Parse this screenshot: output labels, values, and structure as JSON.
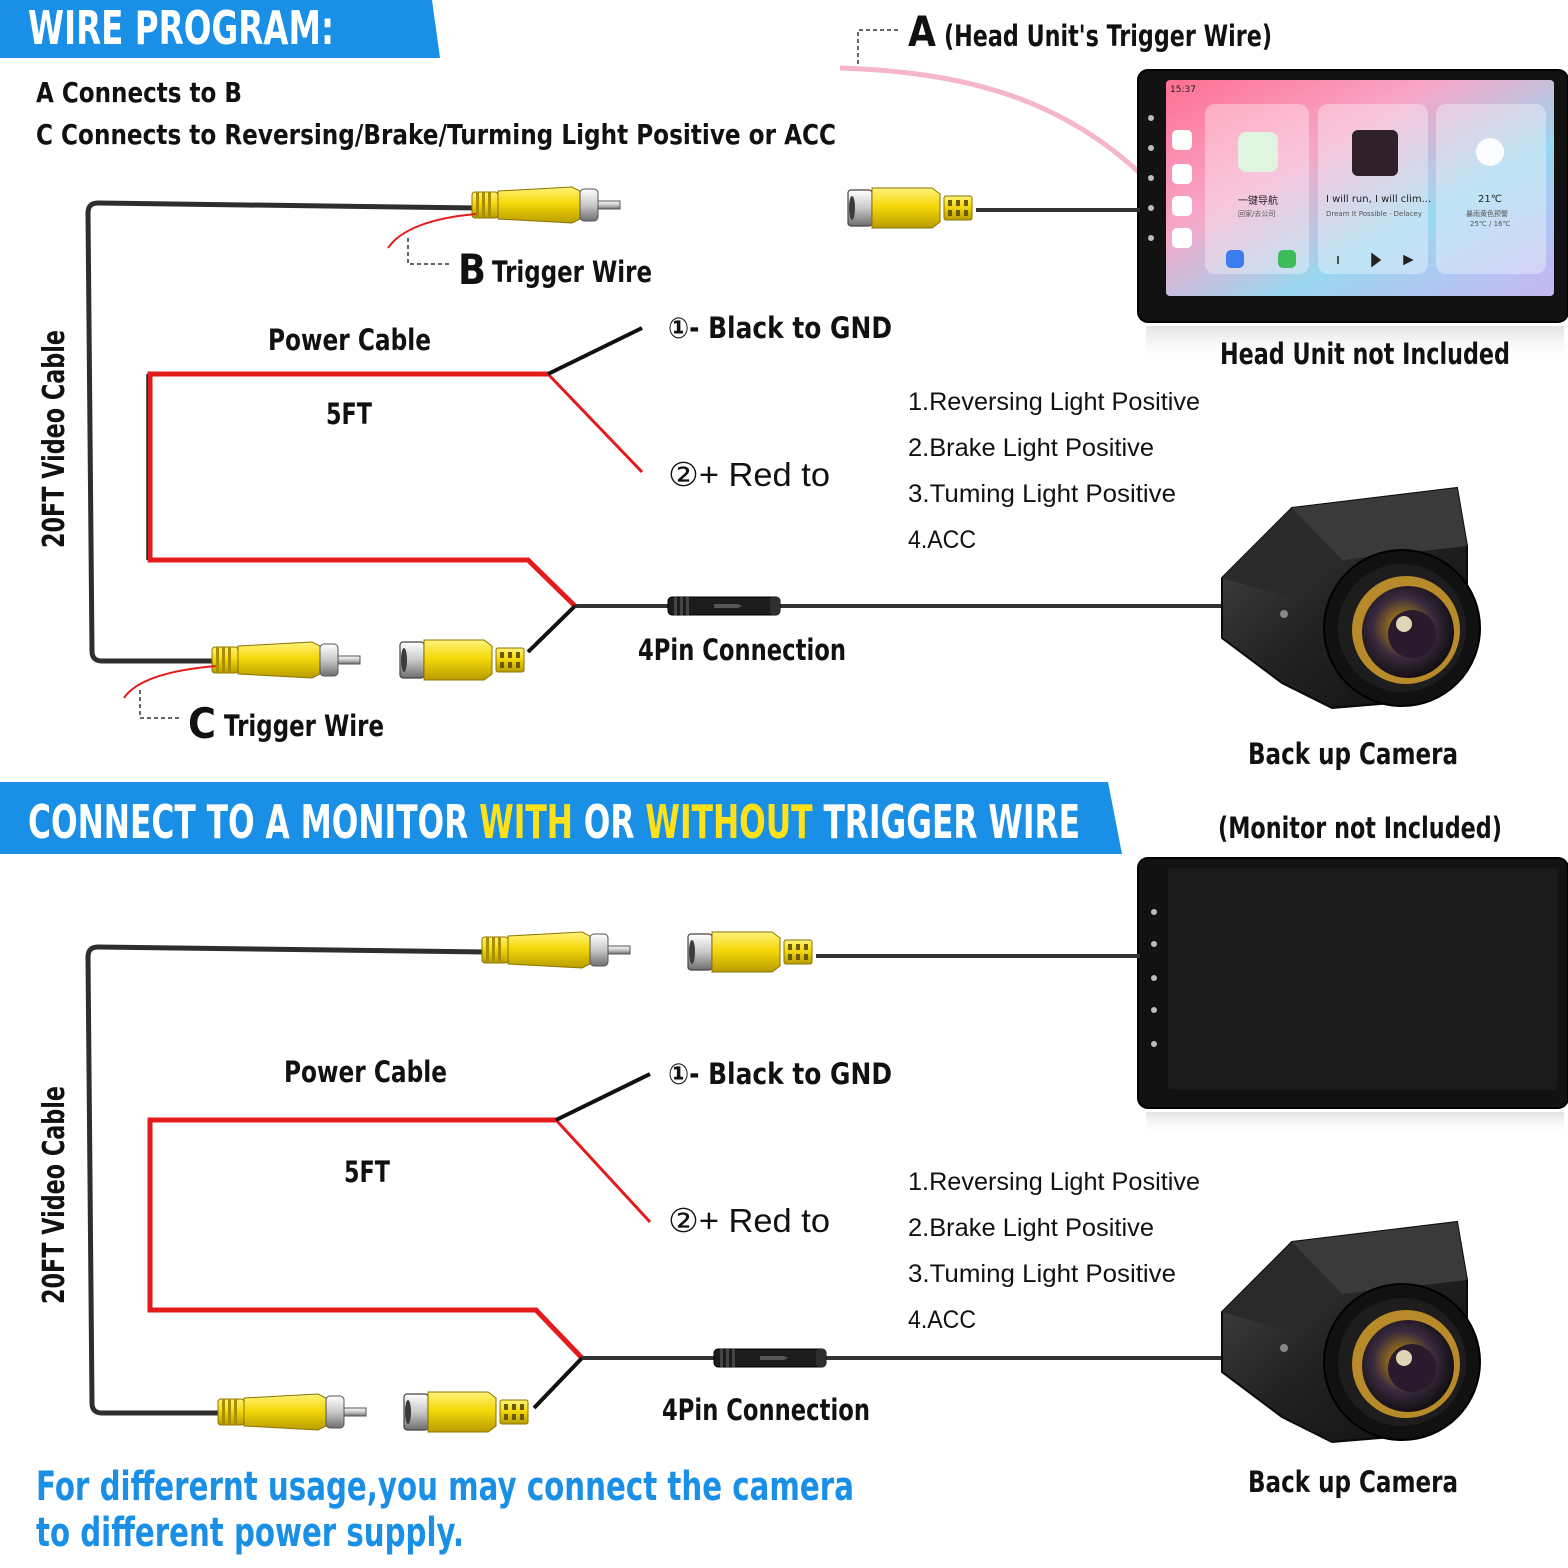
{
  "colors": {
    "banner": "#1a8fe6",
    "highlight": "#ffe11a",
    "blue_text": "#1a8fe6",
    "wire_red": "#e31b1b",
    "wire_black": "#222222",
    "rca_yellow": "#f5d90a"
  },
  "top": {
    "banner": "WIRE PROGRAM:",
    "note_1": "A Connects to B",
    "note_2": "C Connects to Reversing/Brake/Turming Light Positive or ACC",
    "a_letter": "A",
    "a_label": "(Head Unit's Trigger Wire)",
    "b_letter": "B",
    "b_label": "Trigger Wire",
    "c_letter": "C",
    "c_label": "Trigger Wire",
    "video_cable": "20FT Video Cable",
    "power_cable": "Power Cable",
    "length": "5FT",
    "black_label": "①- Black to GND",
    "red_label": "②+ Red to",
    "options": [
      "1.Reversing Light Positive",
      "2.Brake Light Positive",
      "3.Tuming Light Positive",
      "4.ACC"
    ],
    "pin_label": "4Pin Connection",
    "head_unit_note": "Head Unit not Included",
    "camera_label": "Back up Camera"
  },
  "head_unit_screen": {
    "time": "15:37",
    "widget_nav": "一键导航",
    "widget_nav_sub": "回家/去公司",
    "song": "I will run, I will clim...",
    "song_sub": "Dream It Possible · Delacey",
    "temp": "21℃",
    "weather_sub": "暴雨黄色预警",
    "temp_range": "25℃ / 16℃"
  },
  "bottom": {
    "banner_parts": [
      {
        "text": "CONNECT TO A MONITOR ",
        "highlight": false
      },
      {
        "text": "WITH",
        "highlight": true
      },
      {
        "text": " OR ",
        "highlight": false
      },
      {
        "text": "WITHOUT",
        "highlight": true
      },
      {
        "text": " TRIGGER WIRE",
        "highlight": false
      }
    ],
    "monitor_note": "(Monitor not Included)",
    "video_cable": "20FT Video Cable",
    "power_cable": "Power Cable",
    "length": "5FT",
    "black_label": "①- Black to GND",
    "red_label": "②+ Red to",
    "options": [
      "1.Reversing Light Positive",
      "2.Brake Light Positive",
      "3.Tuming Light Positive",
      "4.ACC"
    ],
    "pin_label": "4Pin Connection",
    "camera_label": "Back up Camera",
    "footer_1": "For differernt usage,you may connect the camera",
    "footer_2": "to different power supply."
  }
}
